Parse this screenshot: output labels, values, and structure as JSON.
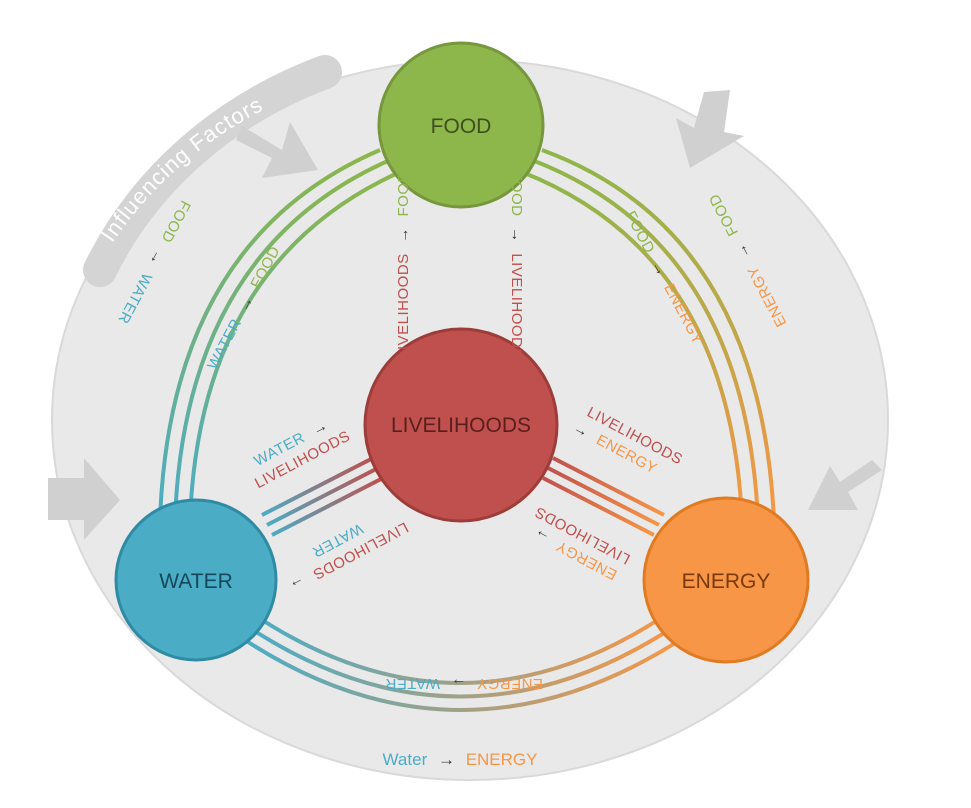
{
  "influencing_factors": "Influencing Factors",
  "colors": {
    "food": "#8db64b",
    "livelihoods": "#c0504d",
    "water": "#4bacc6",
    "energy": "#f79646",
    "ring": "#e9e9e9",
    "arrow_grey": "#d0d0d0"
  },
  "nodes": {
    "food": "FOOD",
    "livelihoods": "LIVELIHOODS",
    "water": "WATER",
    "energy": "ENERGY"
  },
  "links": {
    "food_water": {
      "from": "FOOD",
      "to": "WATER",
      "arrow": "→"
    },
    "water_food": {
      "from": "WATER",
      "to": "FOOD",
      "arrow": "→"
    },
    "food_energy": {
      "from": "FOOD",
      "to": "ENERGY",
      "arrow": "→"
    },
    "energy_food": {
      "from": "ENERGY",
      "to": "FOOD",
      "arrow": "→"
    },
    "livelihoods_food": {
      "from": "LIVELIHOODS",
      "to": "FOOD",
      "arrow": "→"
    },
    "food_livelihoods": {
      "from": "FOOD",
      "to": "LIVELIHOODS",
      "arrow": "→"
    },
    "water_livelihoods": {
      "from": "WATER",
      "to": "LIVELIHOODS",
      "arrow": "→"
    },
    "livelihoods_water": {
      "from": "LIVELIHOODS",
      "to": "WATER",
      "arrow": "→"
    },
    "livelihoods_energy": {
      "from": "LIVELIHOODS",
      "to": "ENERGY",
      "arrow": "→"
    },
    "energy_livelihoods": {
      "from": "ENERGY",
      "to": "LIVELIHOODS",
      "arrow": "→"
    },
    "energy_water": {
      "from": "ENERGY",
      "to": "WATER",
      "arrow": "→"
    },
    "water_energy": {
      "from": "Water",
      "to": "ENERGY",
      "arrow": "→"
    }
  }
}
